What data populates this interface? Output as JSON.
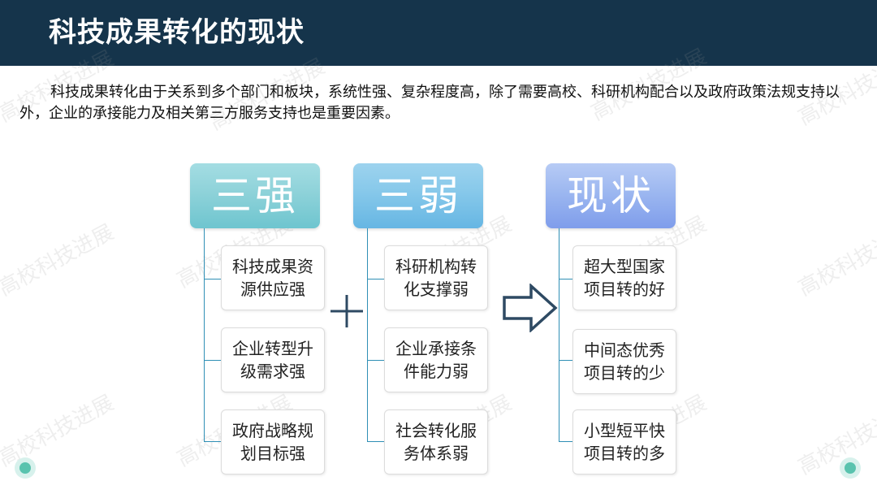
{
  "header": {
    "title": "科技成果转化的现状"
  },
  "intro": "科技成果转化由于关系到多个部门和板块，系统性强、复杂程度高，除了需要高校、科研机构配合以及政府政策法规支持以外，企业的承接能力及相关第三方服务支持也是重要因素。",
  "watermark": "高校科技进展",
  "columns": [
    {
      "title": "三强",
      "items": [
        [
          "科技成果资",
          "源供应强"
        ],
        [
          "企业转型升",
          "级需求强"
        ],
        [
          "政府战略规",
          "划目标强"
        ]
      ]
    },
    {
      "title": "三弱",
      "items": [
        [
          "科研机构转",
          "化支撑弱"
        ],
        [
          "企业承接条",
          "件能力弱"
        ],
        [
          "社会转化服",
          "务体系弱"
        ]
      ]
    },
    {
      "title": "现状",
      "items": [
        [
          "超大型国家",
          "项目转的好"
        ],
        [
          "中间态优秀",
          "项目转的少"
        ],
        [
          "小型短平快",
          "项目转的多"
        ]
      ]
    }
  ],
  "operators": {
    "plus": "+",
    "arrow": "arrow-right-outline-icon"
  },
  "colors": {
    "header_bg": "#15344b",
    "connector": "#2f8fb5",
    "arrow": "#2e4a63"
  }
}
